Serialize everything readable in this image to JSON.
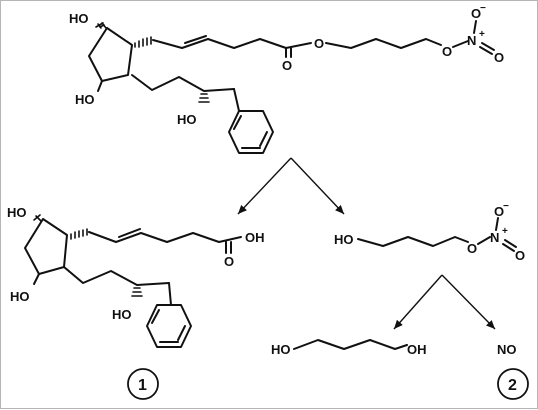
{
  "labels": {
    "hydroxyl": "HO",
    "acid_oh": "OH",
    "ester_o": "O",
    "nitrate_o": "O",
    "nitrate_n": "N",
    "nitrate_o_minus_sign": "−",
    "nitrate_n_plus_sign": "+",
    "diol_right_oh": "OH",
    "nitric_oxide": "NO"
  },
  "compounds": {
    "product_1": "1",
    "product_2": "2"
  }
}
